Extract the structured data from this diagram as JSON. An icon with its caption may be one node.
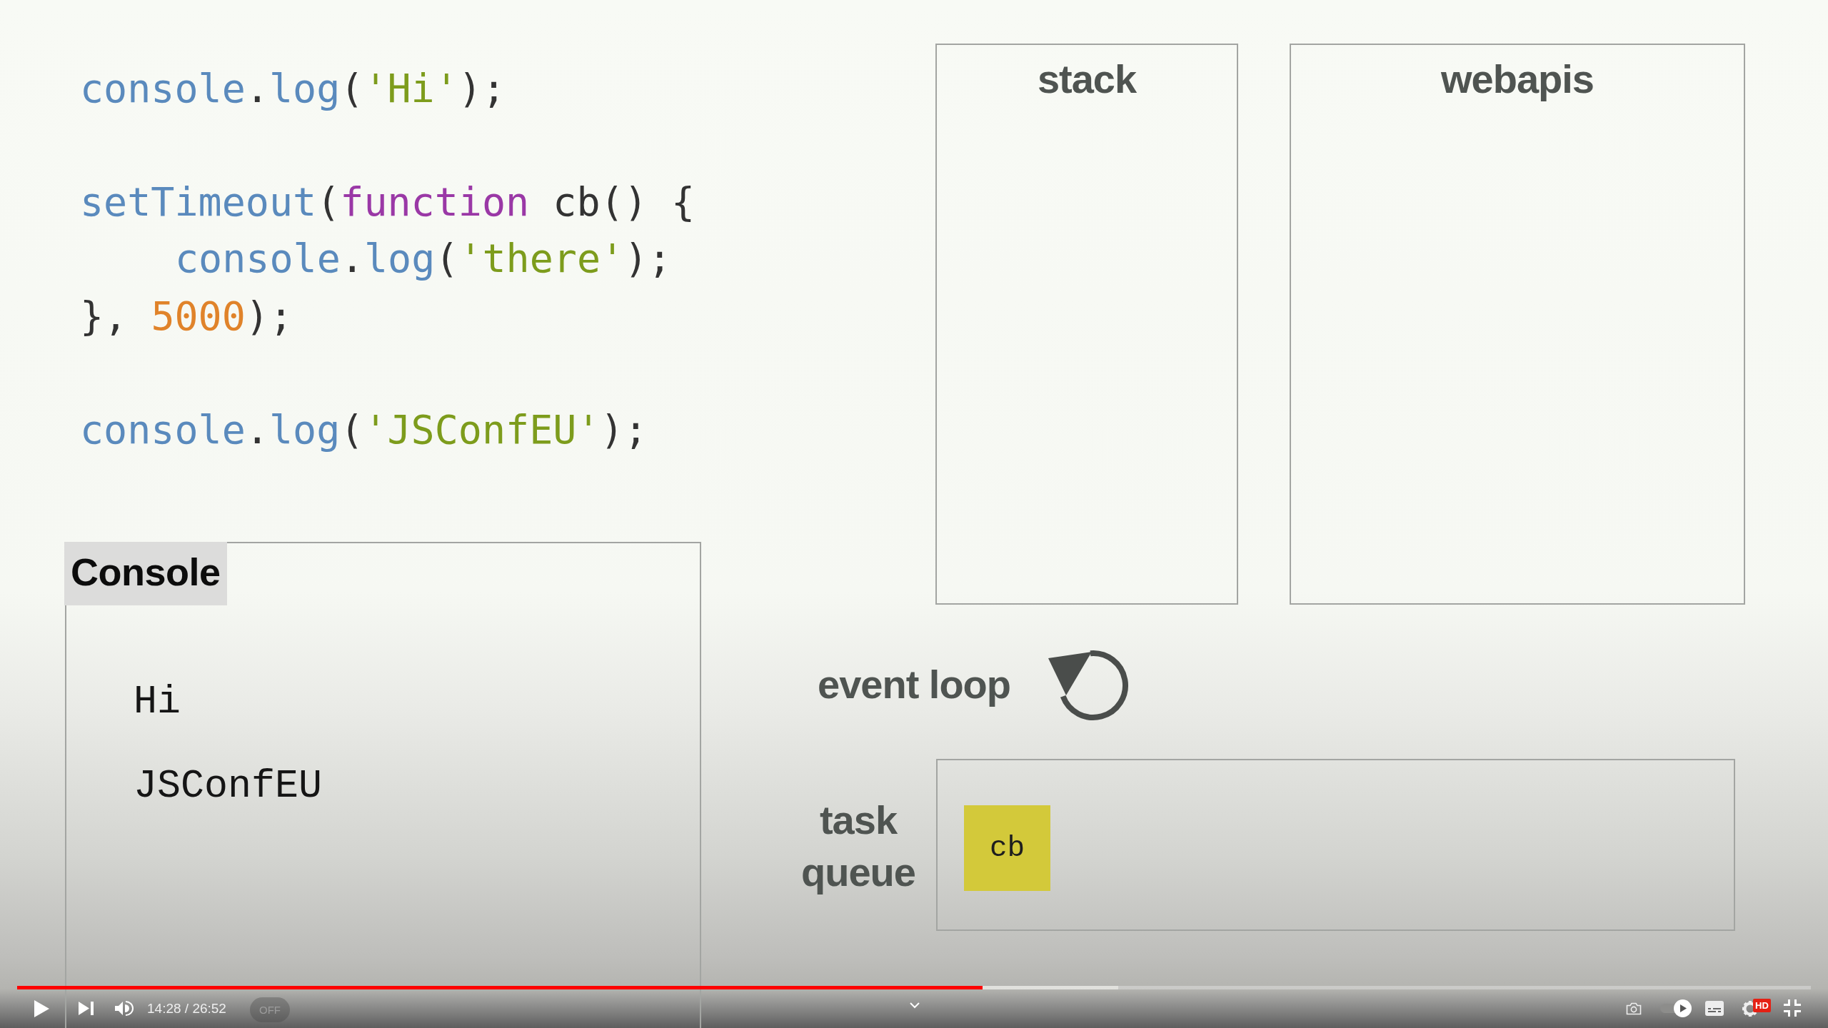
{
  "diagram": {
    "nodes": [
      {
        "text": [
          "stack"
        ]
      },
      {
        "text": [
          "webapis"
        ]
      },
      {
        "text": [
          "Console",
          "Hi",
          "JSConfEU"
        ]
      },
      {
        "text": [
          "task queue"
        ]
      },
      {
        "text": [
          "cb"
        ],
        "in": 3
      }
    ],
    "labels": [
      "console.log('Hi');",
      "setTimeout(function cb() {",
      "console.log('there');",
      "}, 5000);",
      "console.log('JSConfEU');",
      "event loop",
      "14:28 / 26:52",
      "OFF",
      "HD"
    ]
  }
}
